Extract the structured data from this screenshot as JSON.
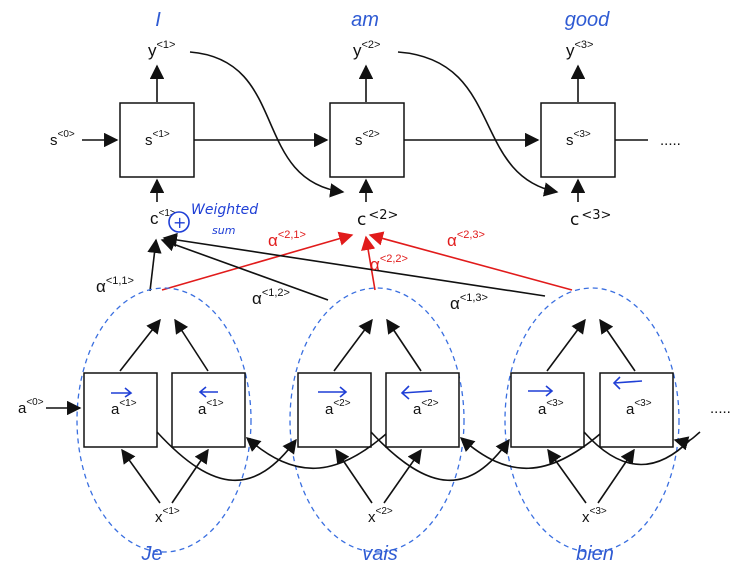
{
  "output_words": [
    "I",
    "am",
    "good"
  ],
  "input_words": [
    "Je",
    "vais",
    "bien"
  ],
  "outputs": [
    {
      "base": "y",
      "sup": "<1>"
    },
    {
      "base": "y",
      "sup": "<2>"
    },
    {
      "base": "y",
      "sup": "<3>"
    }
  ],
  "decoder_states": [
    {
      "base": "s",
      "sup": "<1>"
    },
    {
      "base": "s",
      "sup": "<2>"
    },
    {
      "base": "s",
      "sup": "<3>"
    }
  ],
  "decoder_init": {
    "base": "s",
    "sup": "<0>"
  },
  "decoder_ellipsis": ".....",
  "contexts": [
    {
      "base": "c",
      "sup": "<1>"
    },
    {
      "base": "c",
      "sup": "<2>"
    },
    {
      "base": "c",
      "sup": "<3>"
    }
  ],
  "annotation": {
    "plus": "+",
    "line1": "Weighted",
    "line2": "sum"
  },
  "attention_black": [
    {
      "base": "α",
      "sup": "<1,1>"
    },
    {
      "base": "α",
      "sup": "<1,2>"
    },
    {
      "base": "α",
      "sup": "<1,3>"
    }
  ],
  "attention_red": [
    {
      "base": "α",
      "sup": "<2,1>"
    },
    {
      "base": "α",
      "sup": "<2,2>"
    },
    {
      "base": "α",
      "sup": "<2,3>"
    }
  ],
  "encoder_init": {
    "base": "a",
    "sup": "<0>"
  },
  "encoder_states": [
    {
      "base": "a",
      "sup": "<1>"
    },
    {
      "base": "a",
      "sup": "<1>"
    },
    {
      "base": "a",
      "sup": "<2>"
    },
    {
      "base": "a",
      "sup": "<2>"
    },
    {
      "base": "a",
      "sup": "<3>"
    },
    {
      "base": "a",
      "sup": "<3>"
    }
  ],
  "encoder_ellipsis": ".....",
  "inputs": [
    {
      "base": "x",
      "sup": "<1>"
    },
    {
      "base": "x",
      "sup": "<2>"
    },
    {
      "base": "x",
      "sup": "<3>"
    }
  ],
  "colors": {
    "word_blue": "#2f5bd3",
    "ellipse_blue": "#3a6fe0",
    "attention_red": "#e11b1b",
    "ink": "#111111",
    "handwriting_blue": "#1f3fd6"
  }
}
